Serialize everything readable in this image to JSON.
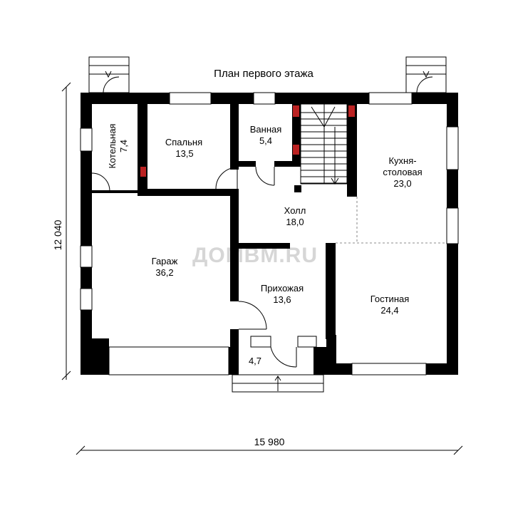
{
  "title": "План первого этажа",
  "watermark": "ДОМВМ.RU",
  "dimensions": {
    "width": "15 980",
    "height": "12 040"
  },
  "rooms": {
    "boiler": {
      "name": "Котельная",
      "area": "7,4"
    },
    "bedroom": {
      "name": "Спальня",
      "area": "13,5"
    },
    "bathroom": {
      "name": "Ванная",
      "area": "5,4"
    },
    "kitchen": {
      "name_line1": "Кухня-",
      "name_line2": "столовая",
      "area": "23,0"
    },
    "hall": {
      "name": "Холл",
      "area": "18,0"
    },
    "garage": {
      "name": "Гараж",
      "area": "36,2"
    },
    "entry": {
      "name": "Прихожая",
      "area": "13,6"
    },
    "living": {
      "name": "Гостиная",
      "area": "24,4"
    },
    "porch": {
      "area": "4,7"
    }
  },
  "colors": {
    "wall": "#000000",
    "vent": "#b22222",
    "watermark": "#d6d6d6"
  }
}
